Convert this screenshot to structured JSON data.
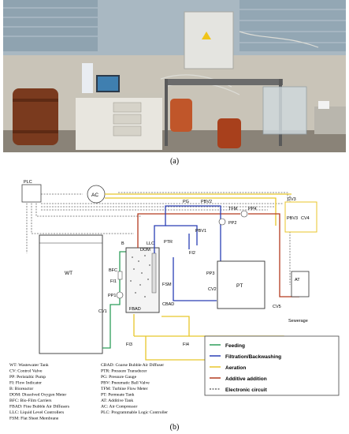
{
  "captions": {
    "a": "(a)",
    "b": "(b)"
  },
  "components": {
    "plc": "PLC",
    "ac": "AC",
    "wt": "WT",
    "at": "AT",
    "pt": "PT",
    "bfc": "BFC",
    "fbad": "FBAD",
    "cbad": "CBAD",
    "fsm": "FSM",
    "ptr": "PTR",
    "pg": "PG",
    "llc": "LLC",
    "dom": "DOM",
    "b": "B",
    "pbv1": "PBV1",
    "pbv2": "PBV2",
    "pbv3_4": "PBV3",
    "pbv4": "CV4",
    "cv1": "CV1",
    "cv2": "CV2",
    "cv3": "CV3",
    "cv5": "CV5",
    "pp1": "PP1",
    "pp2": "PP2",
    "pp3": "PP3",
    "pp4": "PP4",
    "fi1": "FI1",
    "fi2": "FI2",
    "fi3": "FI3",
    "fi4": "FI4",
    "tfm": "TFM",
    "sewerage": "Sewerage"
  },
  "abbreviations": {
    "left": [
      "WT: Wastewater Tank",
      "CV: Control Valve",
      "PP: Peristaltic Pump",
      "FI: Flow Indicator",
      "B: Bioreactor",
      "DOM: Dissolved Oxygen Meter",
      "BFC: Bio-Film Carriers",
      "FBAD: Fine Bubble Air Diffusers",
      "LLC: Liquid Level Controllers",
      "FSM: Flat Sheet Membrane"
    ],
    "right": [
      "CBAD: Coarse Bubble Air Diffuser",
      "PTR: Pressure Transducer",
      "PG: Pressure Gauge",
      "PBV: Pneumatic Ball Valve",
      "TFM: Turbine Flow Meter",
      "PT: Permeate Tank",
      "AT: Additive Tank",
      "AC: Air Compressor",
      "PLC: Programmable Logic Controller"
    ]
  },
  "legend": [
    {
      "label": "Feeding",
      "color": "#2e9e5b",
      "style": "solid"
    },
    {
      "label": "Filtration/Backwashing",
      "color": "#2a3fb5",
      "style": "solid"
    },
    {
      "label": "Aeration",
      "color": "#e8c62a",
      "style": "solid"
    },
    {
      "label": "Additive addition",
      "color": "#b33a1f",
      "style": "solid"
    },
    {
      "label": "Electronic circuit",
      "color": "#555555",
      "style": "dashed"
    }
  ]
}
